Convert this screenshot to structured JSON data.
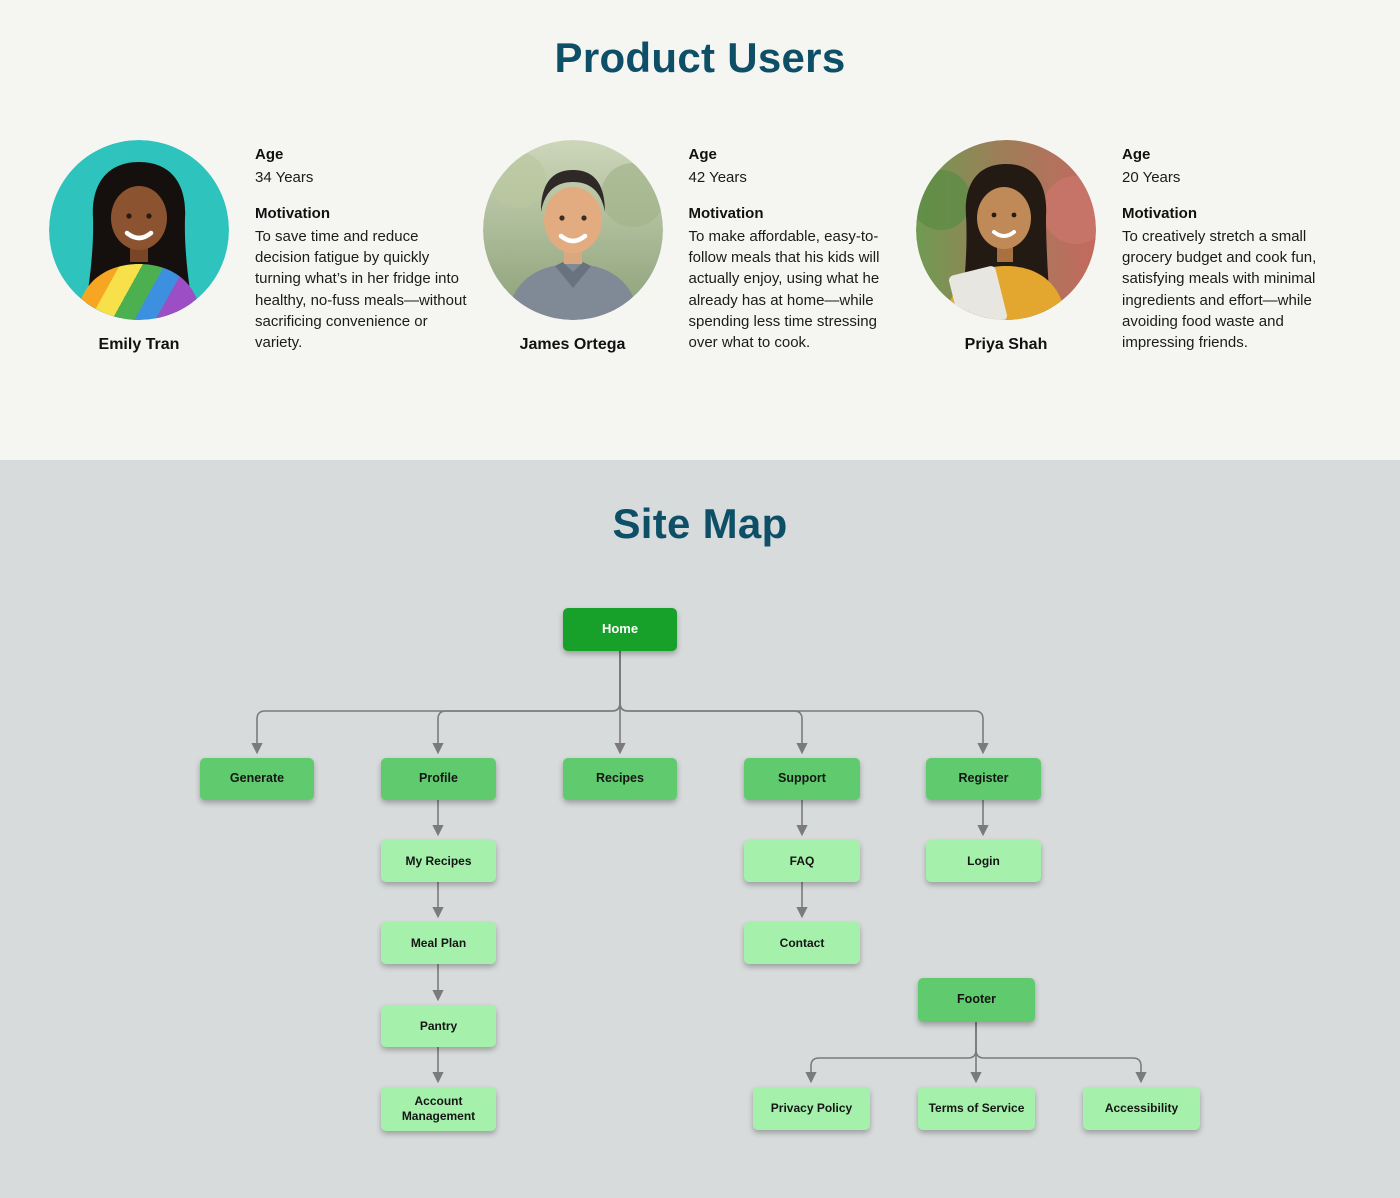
{
  "product_users": {
    "title": "Product Users",
    "personas": [
      {
        "name": "Emily Tran",
        "age_label": "Age",
        "age": "34 Years",
        "motivation_label": "Motivation",
        "motivation": "To save time and reduce decision fatigue by quickly turning what’s in her fridge into healthy, no-fuss meals—without sacrificing convenience or variety."
      },
      {
        "name": "James Ortega",
        "age_label": "Age",
        "age": "42 Years",
        "motivation_label": "Motivation",
        "motivation": "To make affordable, easy-to-follow meals that his kids will actually enjoy, using what he already has at home—while spending less time stressing over what to cook."
      },
      {
        "name": "Priya Shah",
        "age_label": "Age",
        "age": "20 Years",
        "motivation_label": "Motivation",
        "motivation": "To creatively stretch a small grocery budget and cook fun, satisfying meals with minimal ingredients and effort—while avoiding food waste and impressing friends."
      }
    ]
  },
  "sitemap": {
    "title": "Site Map",
    "nodes": {
      "home": "Home",
      "generate": "Generate",
      "profile": "Profile",
      "recipes": "Recipes",
      "support": "Support",
      "register": "Register",
      "my_recipes": "My Recipes",
      "faq": "FAQ",
      "login": "Login",
      "meal_plan": "Meal Plan",
      "contact": "Contact",
      "pantry": "Pantry",
      "account_management": "Account Management",
      "footer": "Footer",
      "privacy_policy": "Privacy Policy",
      "terms_of_service": "Terms of Service",
      "accessibility": "Accessibility"
    },
    "edges": [
      [
        "home",
        "generate"
      ],
      [
        "home",
        "profile"
      ],
      [
        "home",
        "recipes"
      ],
      [
        "home",
        "support"
      ],
      [
        "home",
        "register"
      ],
      [
        "profile",
        "my_recipes"
      ],
      [
        "my_recipes",
        "meal_plan"
      ],
      [
        "meal_plan",
        "pantry"
      ],
      [
        "pantry",
        "account_management"
      ],
      [
        "support",
        "faq"
      ],
      [
        "faq",
        "contact"
      ],
      [
        "register",
        "login"
      ],
      [
        "footer",
        "privacy_policy"
      ],
      [
        "footer",
        "terms_of_service"
      ],
      [
        "footer",
        "accessibility"
      ]
    ]
  },
  "colors": {
    "title": "#0e4f68",
    "node_primary": "#18a12a",
    "node_secondary": "#60cb6e",
    "node_tertiary": "#a5f1ac",
    "connector": "#7b7b7b",
    "section_top_bg": "#f5f5f2",
    "section_bottom_bg": "#d7dbdb"
  }
}
